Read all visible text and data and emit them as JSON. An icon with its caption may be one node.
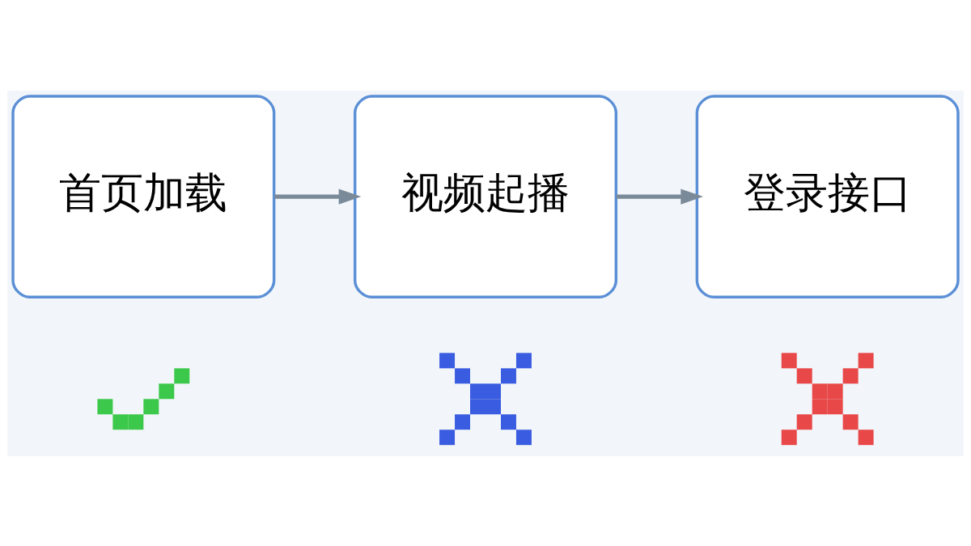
{
  "diagram": {
    "nodes": [
      {
        "text": [
          "首页加载"
        ]
      },
      {
        "text": [
          "视频起播"
        ]
      },
      {
        "text": [
          "登录接口"
        ]
      },
      {
        "text": [],
        "shape": "check"
      },
      {
        "text": [],
        "shape": "cross"
      },
      {
        "text": [],
        "shape": "cross"
      }
    ],
    "edges": [
      {
        "from": 0,
        "to": 1,
        "arrow": "to"
      },
      {
        "from": 1,
        "to": 2,
        "arrow": "to"
      }
    ]
  }
}
